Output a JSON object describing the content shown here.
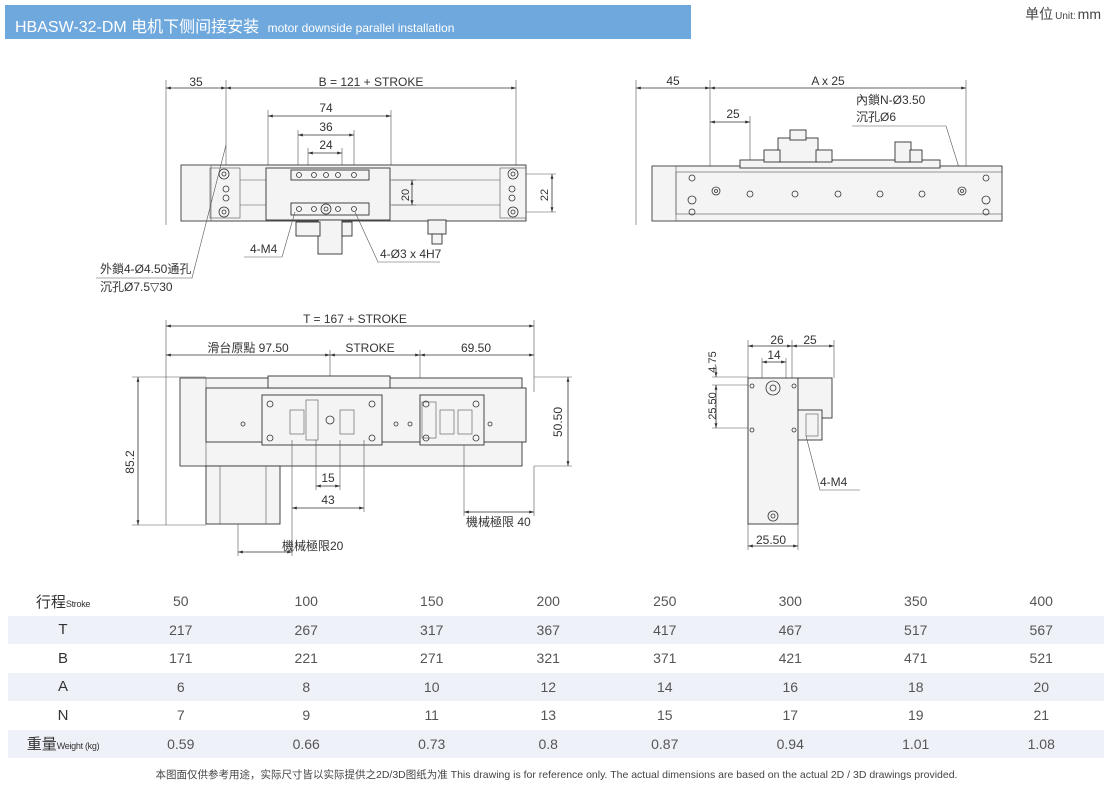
{
  "header": {
    "title_cn": "HBASW-32-DM 电机下侧间接安装",
    "title_en": "motor downside parallel installation",
    "unit_cn": "单位",
    "unit_en": "Unit:",
    "unit_value": "mm"
  },
  "drawing": {
    "dim_35": "35",
    "dim_b": "B = 121 + STROKE",
    "dim_74": "74",
    "dim_36": "36",
    "dim_24": "24",
    "dim_20": "20",
    "dim_22": "22",
    "label_m4": "4-M4",
    "label_pin": "4-Ø3 x 4H7",
    "label_hole_1": "外鎖4-Ø4.50通孔",
    "label_hole_2": "沉孔Ø7.5▽30",
    "dim_45": "45",
    "dim_a": "A x 25",
    "dim_25a": "25",
    "label_inner_1": "內鎖N-Ø3.50",
    "label_inner_2": "沉孔Ø6",
    "dim_t": "T = 167 + STROKE",
    "dim_origin": "滑台原點 97.50",
    "dim_stroke": "STROKE",
    "dim_69_50": "69.50",
    "dim_85_2": "85.2",
    "dim_50_50": "50.50",
    "dim_15": "15",
    "dim_43": "43",
    "label_limit_40": "機械極限 40",
    "label_limit_20": "機械極限20",
    "dim_26": "26",
    "dim_25b": "25",
    "dim_14": "14",
    "dim_4_75": "4.75",
    "dim_25_50v": "25.50",
    "label_m4_side": "4-M4",
    "dim_25_50h": "25.50"
  },
  "table": {
    "rows": [
      {
        "label": "行程",
        "sub": "Stroke",
        "values": [
          "50",
          "100",
          "150",
          "200",
          "250",
          "300",
          "350",
          "400"
        ]
      },
      {
        "label": "T",
        "sub": "",
        "values": [
          "217",
          "267",
          "317",
          "367",
          "417",
          "467",
          "517",
          "567"
        ]
      },
      {
        "label": "B",
        "sub": "",
        "values": [
          "171",
          "221",
          "271",
          "321",
          "371",
          "421",
          "471",
          "521"
        ]
      },
      {
        "label": "A",
        "sub": "",
        "values": [
          "6",
          "8",
          "10",
          "12",
          "14",
          "16",
          "18",
          "20"
        ]
      },
      {
        "label": "N",
        "sub": "",
        "values": [
          "7",
          "9",
          "11",
          "13",
          "15",
          "17",
          "19",
          "21"
        ]
      },
      {
        "label": "重量",
        "sub": "Weight (kg)",
        "values": [
          "0.59",
          "0.66",
          "0.73",
          "0.8",
          "0.87",
          "0.94",
          "1.01",
          "1.08"
        ]
      }
    ]
  },
  "footnote": "本图面仅供参考用途，实际尺寸皆以实际提供之2D/3D图纸为准 This drawing is for reference only. The actual dimensions are based on the actual 2D / 3D drawings provided."
}
